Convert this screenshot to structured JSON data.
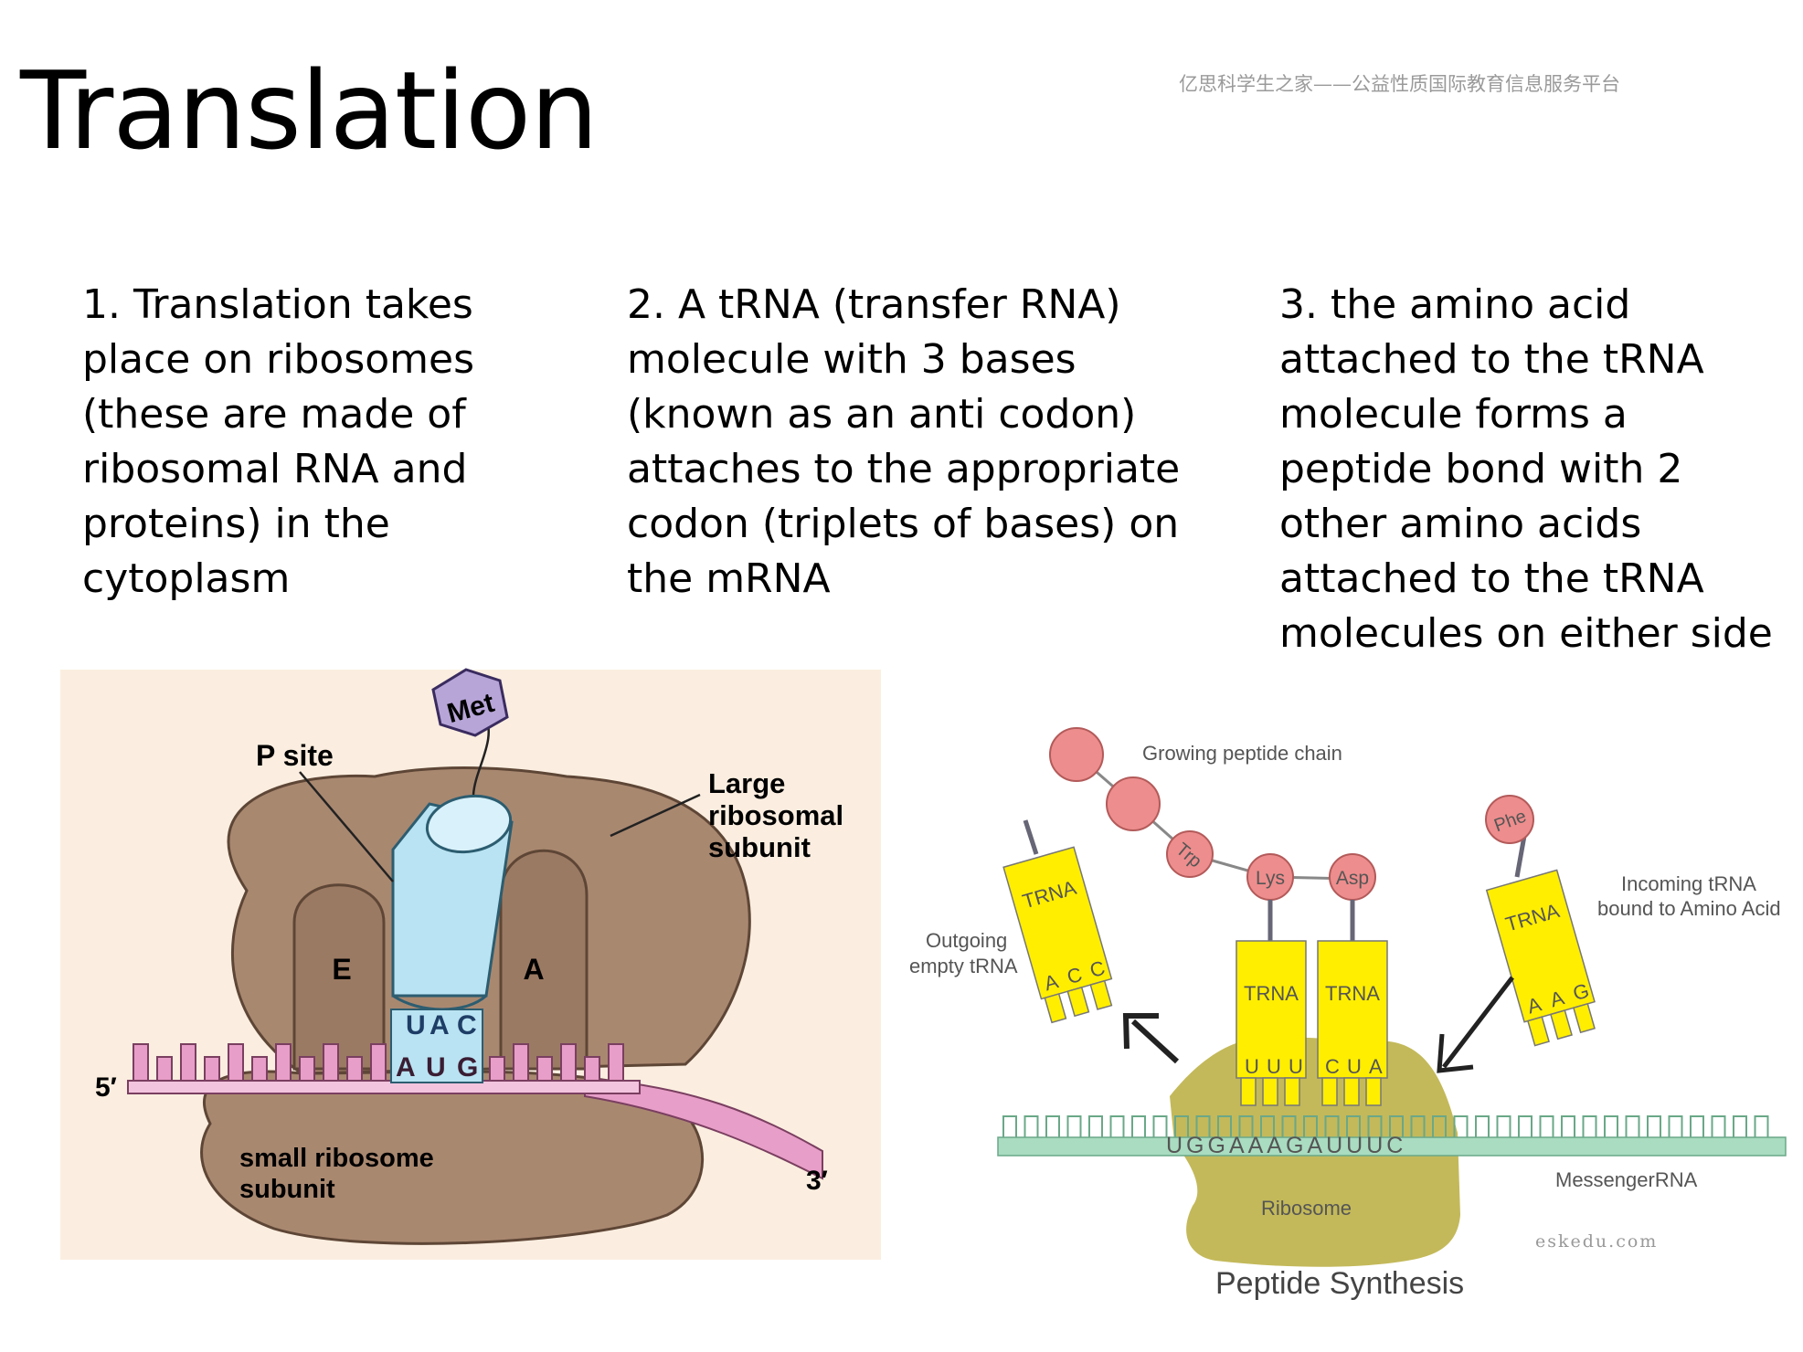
{
  "slide": {
    "title": "Translation",
    "watermark": "亿思科学生之家——公益性质国际教育信息服务平台",
    "points": [
      {
        "lines": [
          "1. Translation takes",
          "place on ribosomes",
          "(these are made of",
          "ribosomal RNA and",
          "proteins) in the",
          "cytoplasm"
        ]
      },
      {
        "lines": [
          "2. A tRNA (transfer RNA)",
          "molecule with 3 bases",
          "(known as an anti codon)",
          "attaches to the appropriate",
          "codon (triplets of bases) on",
          "the mRNA"
        ]
      },
      {
        "lines": [
          "3. the amino acid",
          "attached to the tRNA",
          "molecule forms a",
          "peptide bond with 2",
          "other amino acids",
          "attached to the tRNA",
          "molecules on either side"
        ]
      }
    ]
  },
  "figure_left": {
    "met": "Met",
    "p_site": "P site",
    "large_subunit": [
      "Large",
      "ribosomal",
      "subunit"
    ],
    "site_e": "E",
    "site_a": "A",
    "anticodon": [
      "U",
      "A",
      "C"
    ],
    "codon": [
      "A",
      "U",
      "G"
    ],
    "five_prime": "5′",
    "three_prime": "3′",
    "small_subunit": [
      "small ribosome",
      "subunit"
    ],
    "colors": {
      "background": "#fbeee0",
      "ribosome": "#a8876e",
      "trna": "#b9e3f2",
      "mrna": "#e79ec8"
    }
  },
  "figure_right": {
    "growing_chain": "Growing peptide chain",
    "amino_acids": {
      "trp": "Trp",
      "lys": "Lys",
      "asp": "Asp",
      "phe": "Phe"
    },
    "trna_label": "TRNA",
    "outgoing": [
      "Outgoing",
      "empty tRNA"
    ],
    "incoming": [
      "Incoming  tRNA",
      "bound to Amino Acid"
    ],
    "outgoing_anticodon": [
      "A",
      "C",
      "C"
    ],
    "incoming_anticodon": [
      "A",
      "A",
      "G"
    ],
    "left_anticodon": [
      "U",
      "U",
      "U"
    ],
    "right_anticodon": [
      "C",
      "U",
      "A"
    ],
    "mrna_sequence": "UGGAAAGAUUUC",
    "messenger_rna": "MessengerRNA",
    "ribosome": "Ribosome",
    "caption": "Peptide Synthesis",
    "watermark": "eskedu.com",
    "colors": {
      "trna": "#ffee00",
      "amino": "#ee8d8d",
      "ribosome": "#c3b95a",
      "mrna": "#a9dcc0"
    }
  }
}
